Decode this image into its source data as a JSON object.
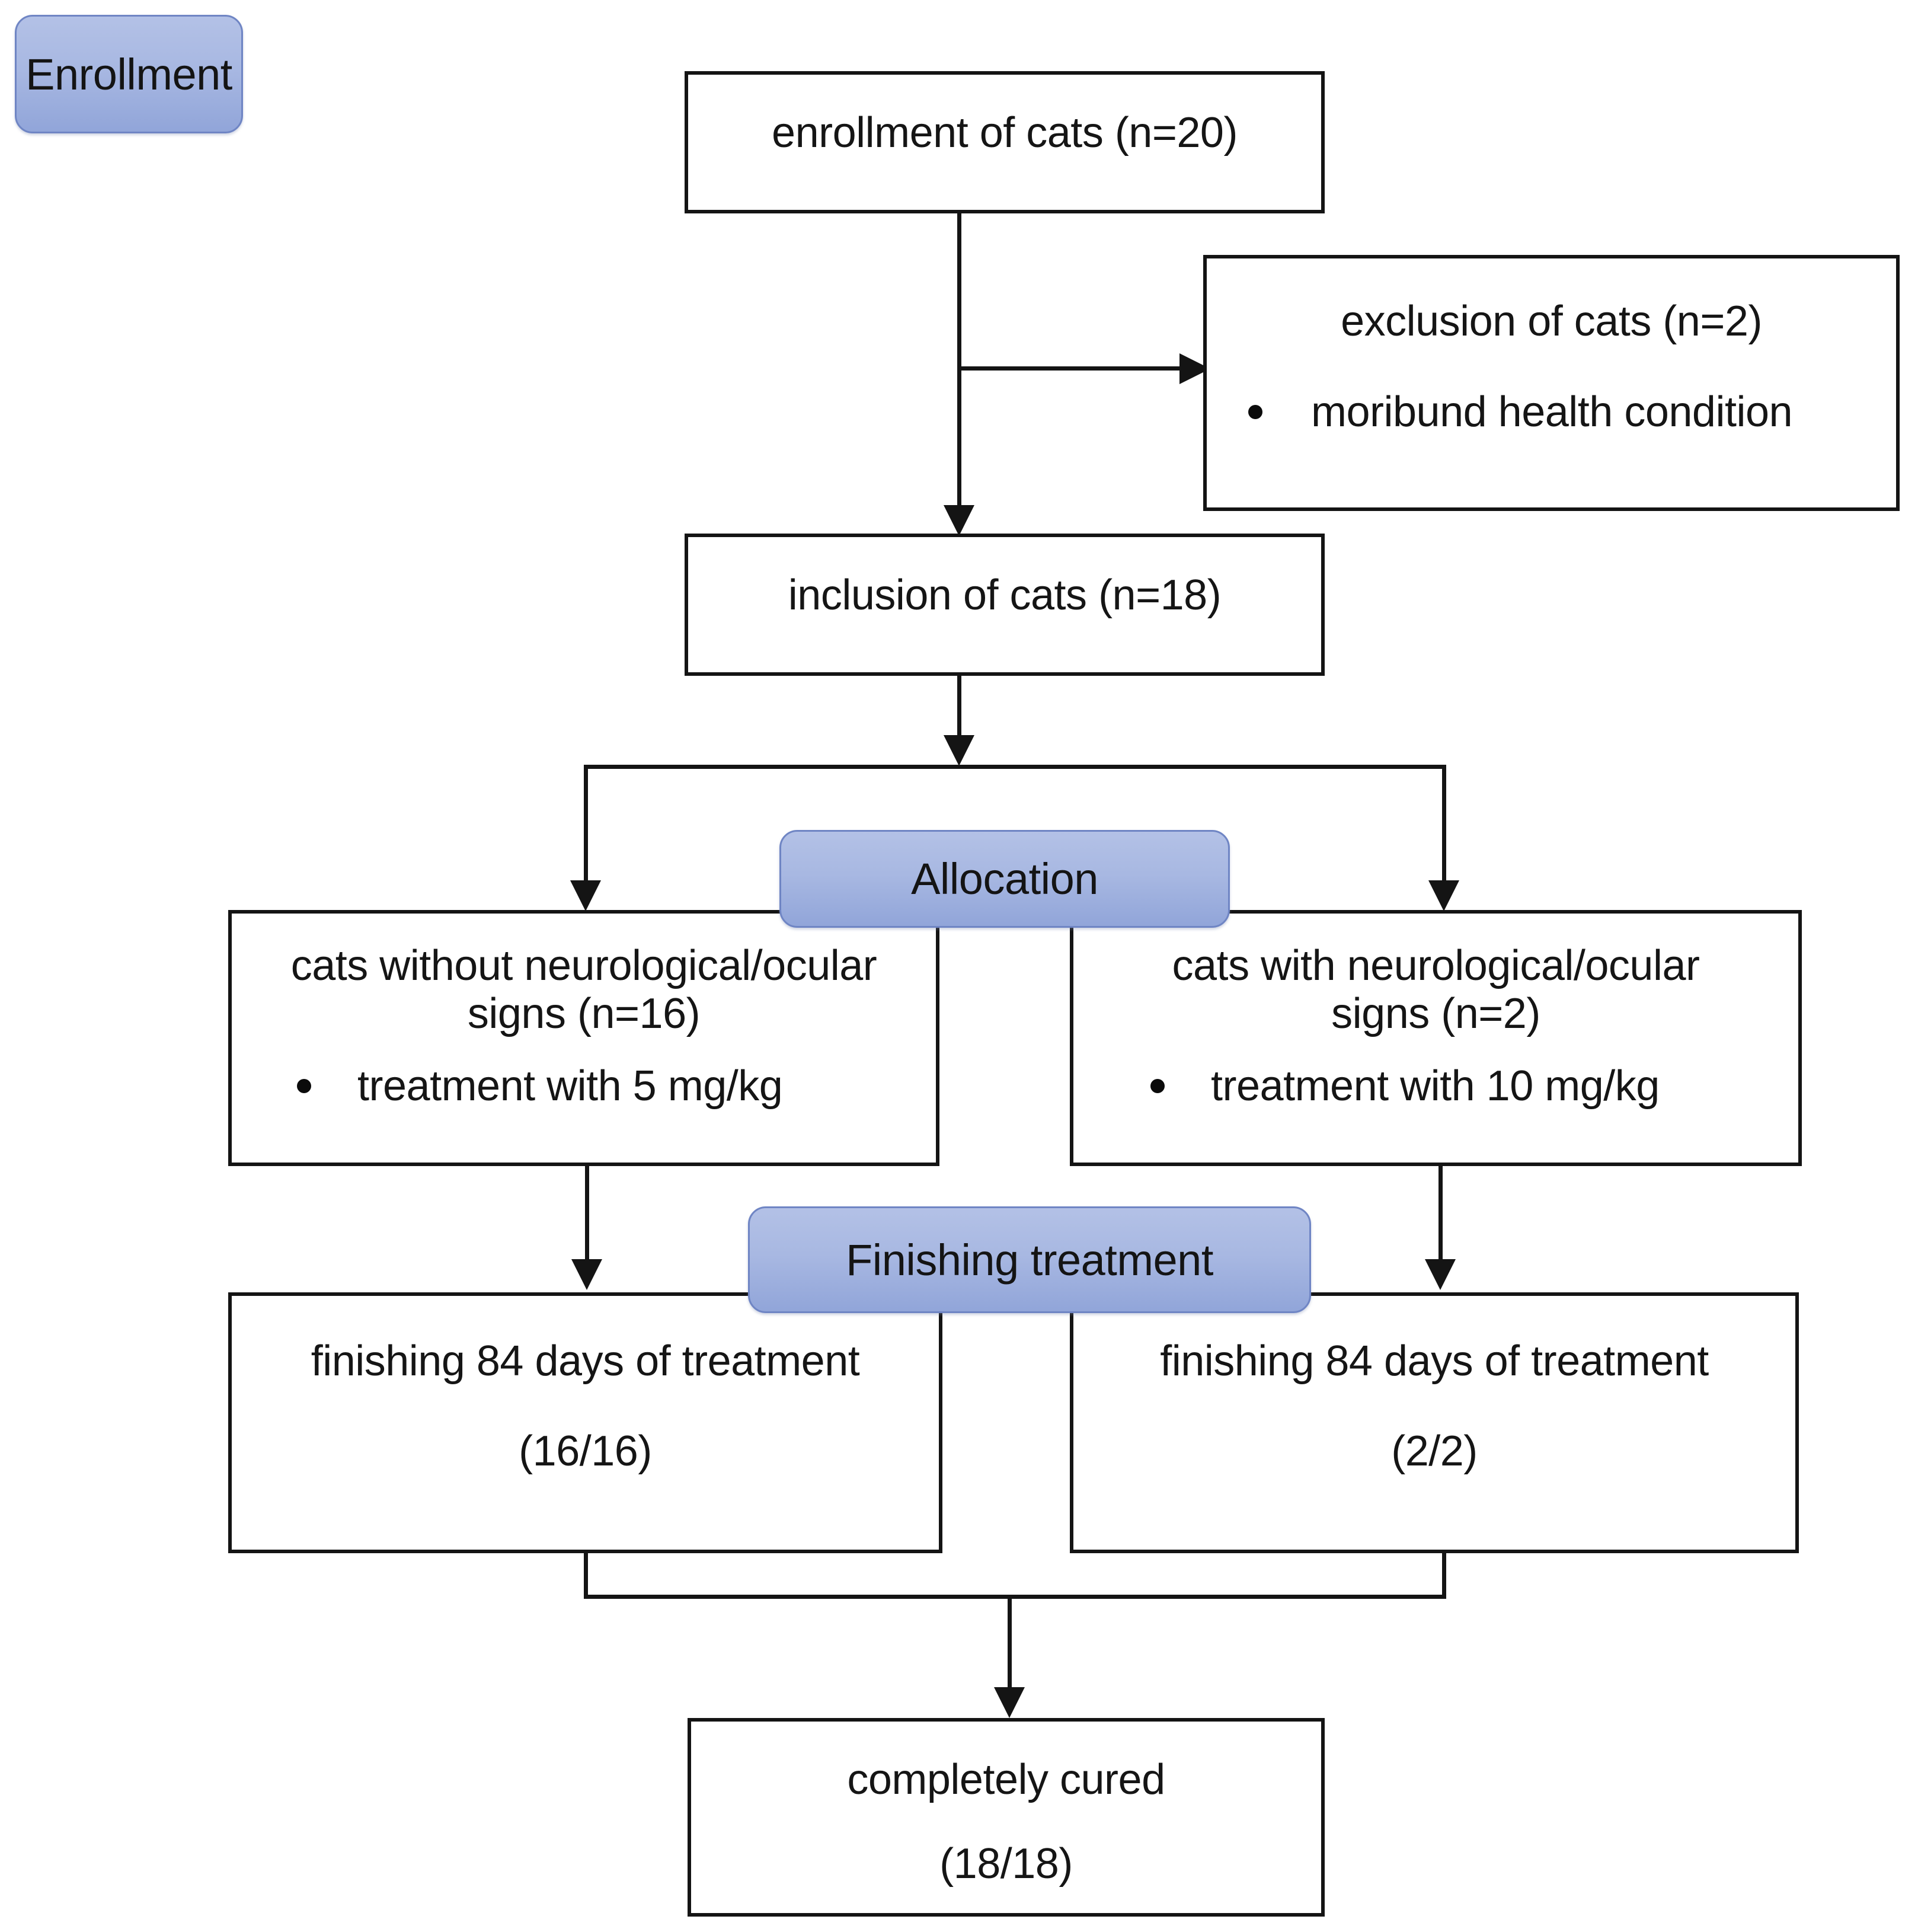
{
  "diagram": {
    "title": "CONSORT-style flow diagram of cat enrollment, allocation and treatment outcome",
    "accent_color": "#a8b8e2",
    "accent_border_color": "#6f85c4",
    "box_border_color": "#141414",
    "background_color": "#ffffff"
  },
  "stages": {
    "enrollment": "Enrollment",
    "allocation": "Allocation",
    "finishing": "Finishing treatment"
  },
  "nodes": {
    "enrollment_box": {
      "text": "enrollment of cats (n=20)"
    },
    "exclusion_box": {
      "text": "exclusion of cats (n=2)",
      "bullets": [
        "moribund health condition"
      ]
    },
    "inclusion_box": {
      "text": "inclusion of cats (n=18)"
    },
    "alloc_left": {
      "line1": "cats without neurological/ocular",
      "line2": "signs (n=16)",
      "bullets": [
        "treatment with 5 mg/kg"
      ]
    },
    "alloc_right": {
      "line1": "cats with neurological/ocular",
      "line2": "signs (n=2)",
      "bullets": [
        "treatment with 10 mg/kg"
      ]
    },
    "finish_left": {
      "line1": "finishing 84 days of treatment",
      "line2": "(16/16)"
    },
    "finish_right": {
      "line1": "finishing 84 days of treatment",
      "line2": "(2/2)"
    },
    "outcome_box": {
      "line1": "completely cured",
      "line2": "(18/18)"
    }
  }
}
